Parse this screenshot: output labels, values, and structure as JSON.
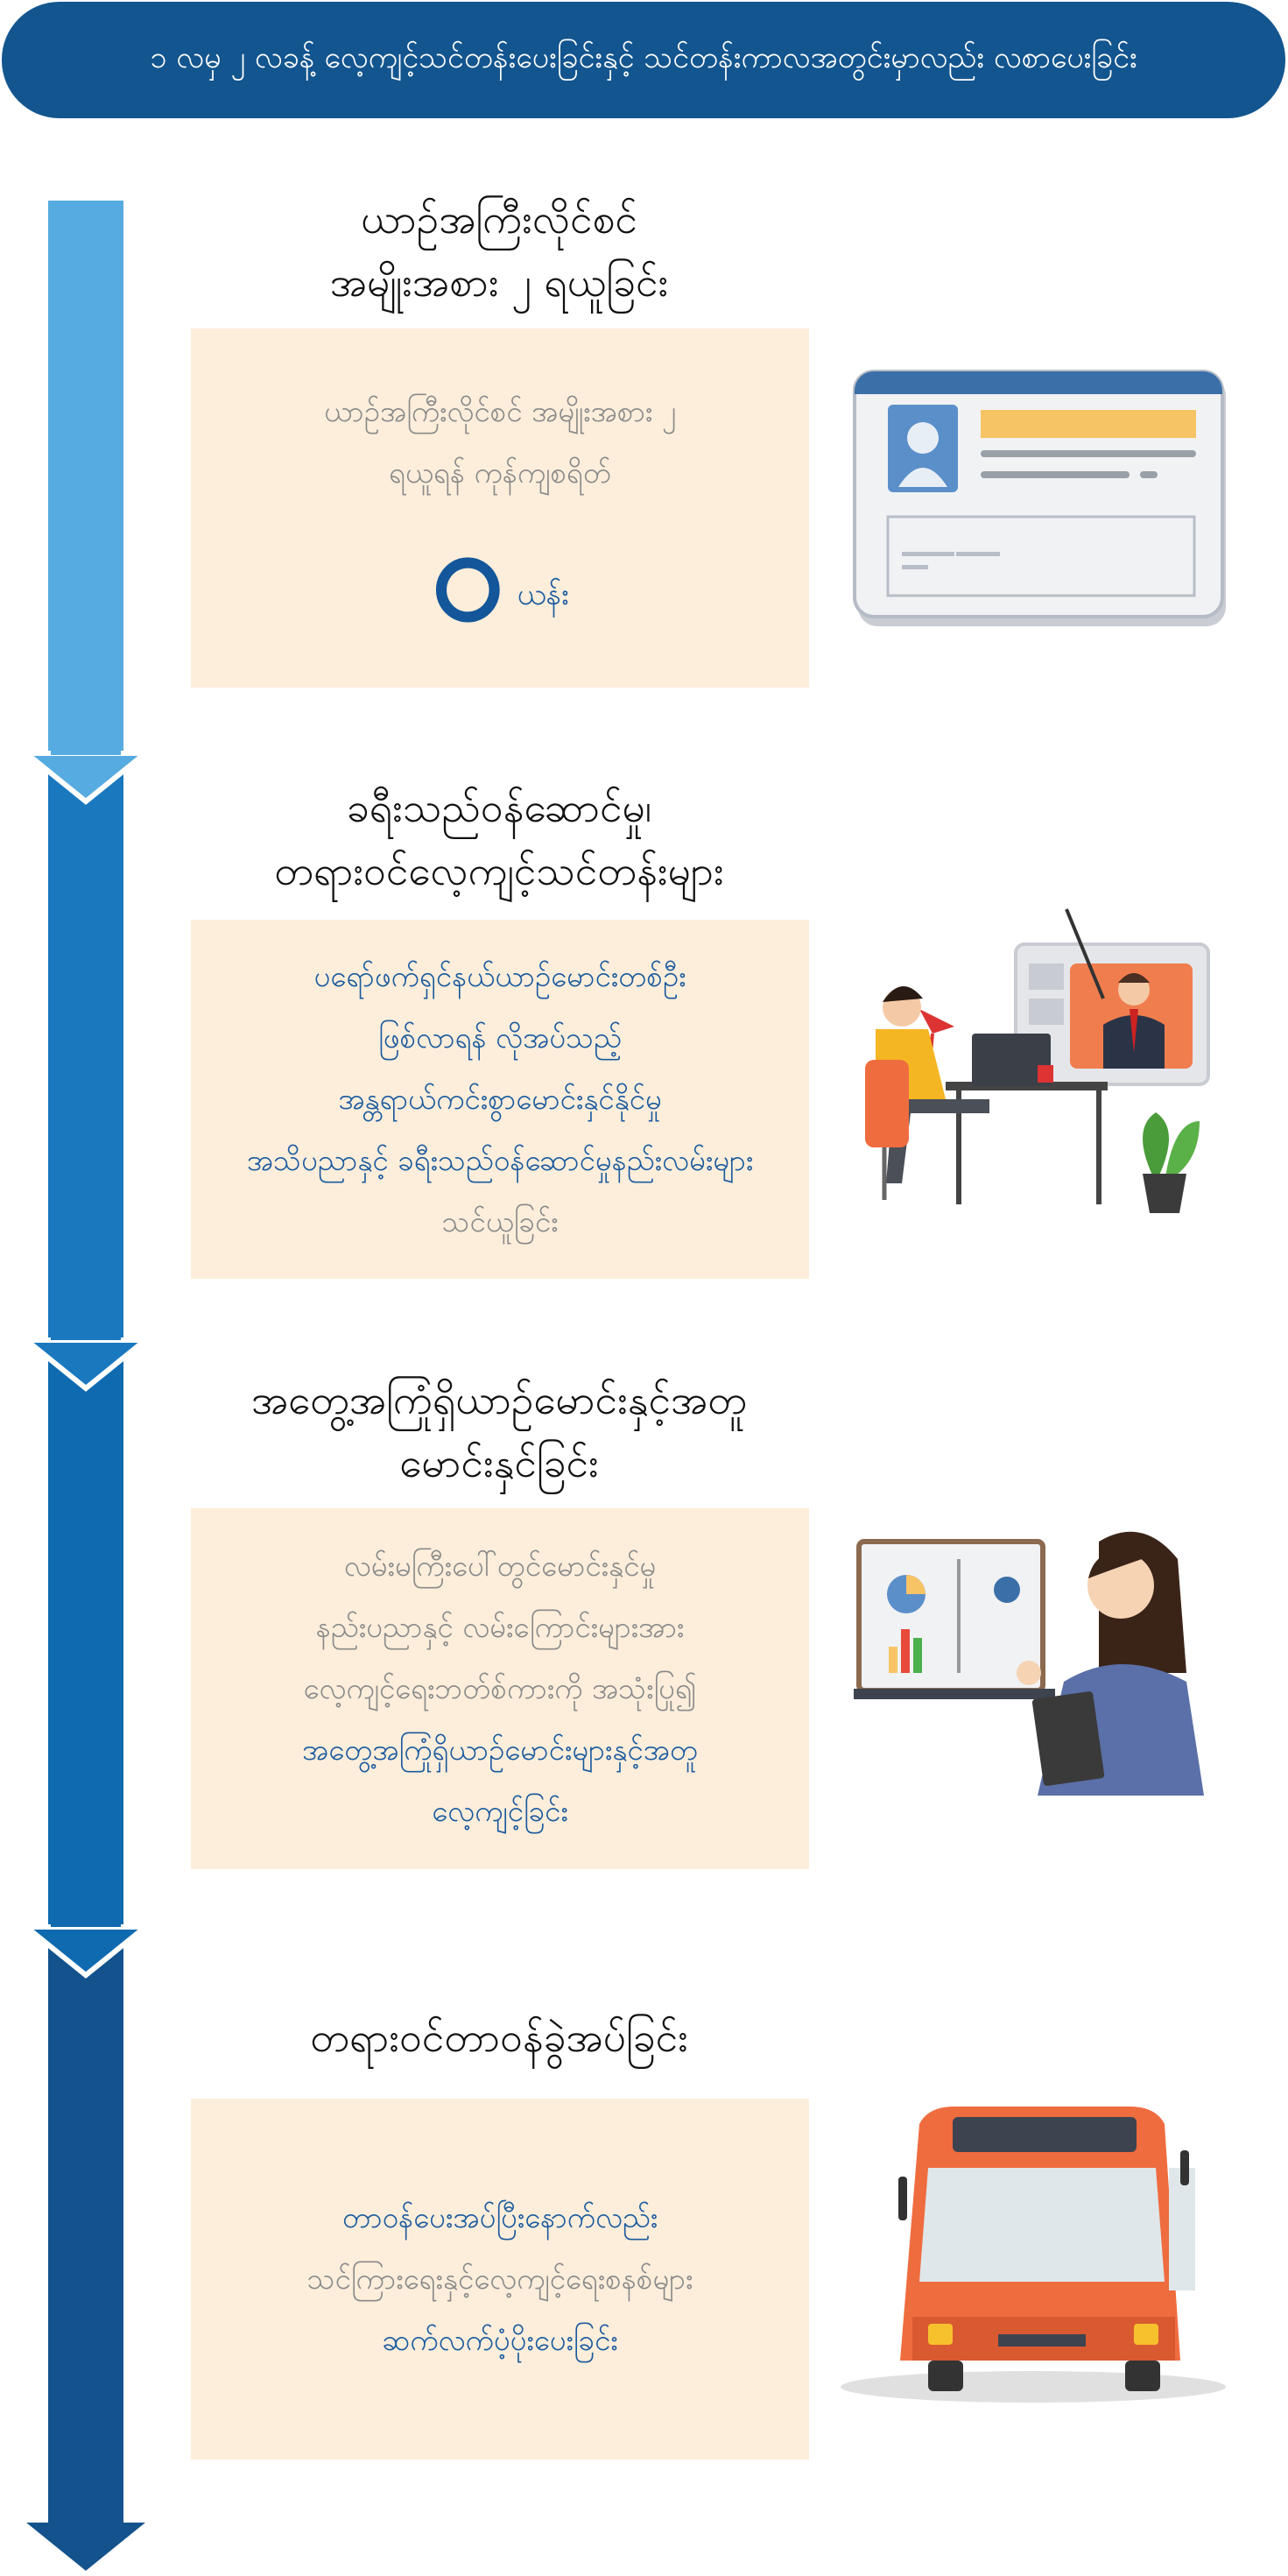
{
  "header": {
    "title": "၁ လမှ ၂ လခန့် လေ့ကျင့်သင်တန်းပေးခြင်းနှင့် သင်တန်းကာလအတွင်းမှာလည်း လစာပေးခြင်း"
  },
  "colors": {
    "header": "#13558f",
    "box": "#fdeedb",
    "step1": "#56abe0",
    "step2": "#1a78bf",
    "step3": "#0f6ab0",
    "step4": "#13528c",
    "accent_text": "#1a5a9e"
  },
  "steps": [
    {
      "title_lines": [
        "ယာဉ်အကြီးလိုင်စင်",
        "အမျိုးအစား ၂ ရယူခြင်း"
      ],
      "body_lines": [
        "ယာဉ်အကြီးလိုင်စင် အမျိုးအစား ၂",
        "ရယူရန် ကုန်ကျစရိတ်"
      ],
      "amount": "၀",
      "unit": "ယန်း",
      "icon": "license-card-icon"
    },
    {
      "title_lines": [
        "ခရီးသည်ဝန်ဆောင်မှု၊",
        "တရားဝင်လေ့ကျင့်သင်တန်းများ"
      ],
      "body_lines": [
        "ပရော်ဖက်ရှင်နယ်ယာဉ်မောင်းတစ်ဦး",
        "ဖြစ်လာရန် လိုအပ်သည့်",
        "အန္တရာယ်ကင်းစွာမောင်းနှင်နိုင်မှု",
        "အသိပညာနှင့် ခရီးသည်ဝန်ဆောင်မှုနည်းလမ်းများ",
        "သင်ယူခြင်း"
      ],
      "icon": "online-training-icon"
    },
    {
      "title_lines": [
        "အတွေ့အကြုံရှိယာဉ်မောင်းနှင့်အတူ",
        "မောင်းနှင်ခြင်း"
      ],
      "body_lines": [
        "လမ်းမကြီးပေါ်တွင်မောင်းနှင်မှု",
        "နည်းပညာနှင့် လမ်းကြောင်းများအား",
        "လေ့ကျင့်ရေးဘတ်စ်ကားကို အသုံးပြု၍",
        "အတွေ့အကြုံရှိယာဉ်မောင်းများနှင့်အတူ",
        "လေ့ကျင့်ခြင်း"
      ],
      "icon": "instructor-icon"
    },
    {
      "title_lines": [
        "တရားဝင်တာဝန်ခွဲအပ်ခြင်း"
      ],
      "body_lines": [
        "တာဝန်ပေးအပ်ပြီးနောက်လည်း",
        "သင်ကြားရေးနှင့်လေ့ကျင့်ရေးစနစ်များ",
        "ဆက်လက်ပံ့ပိုးပေးခြင်း"
      ],
      "icon": "bus-icon"
    }
  ]
}
